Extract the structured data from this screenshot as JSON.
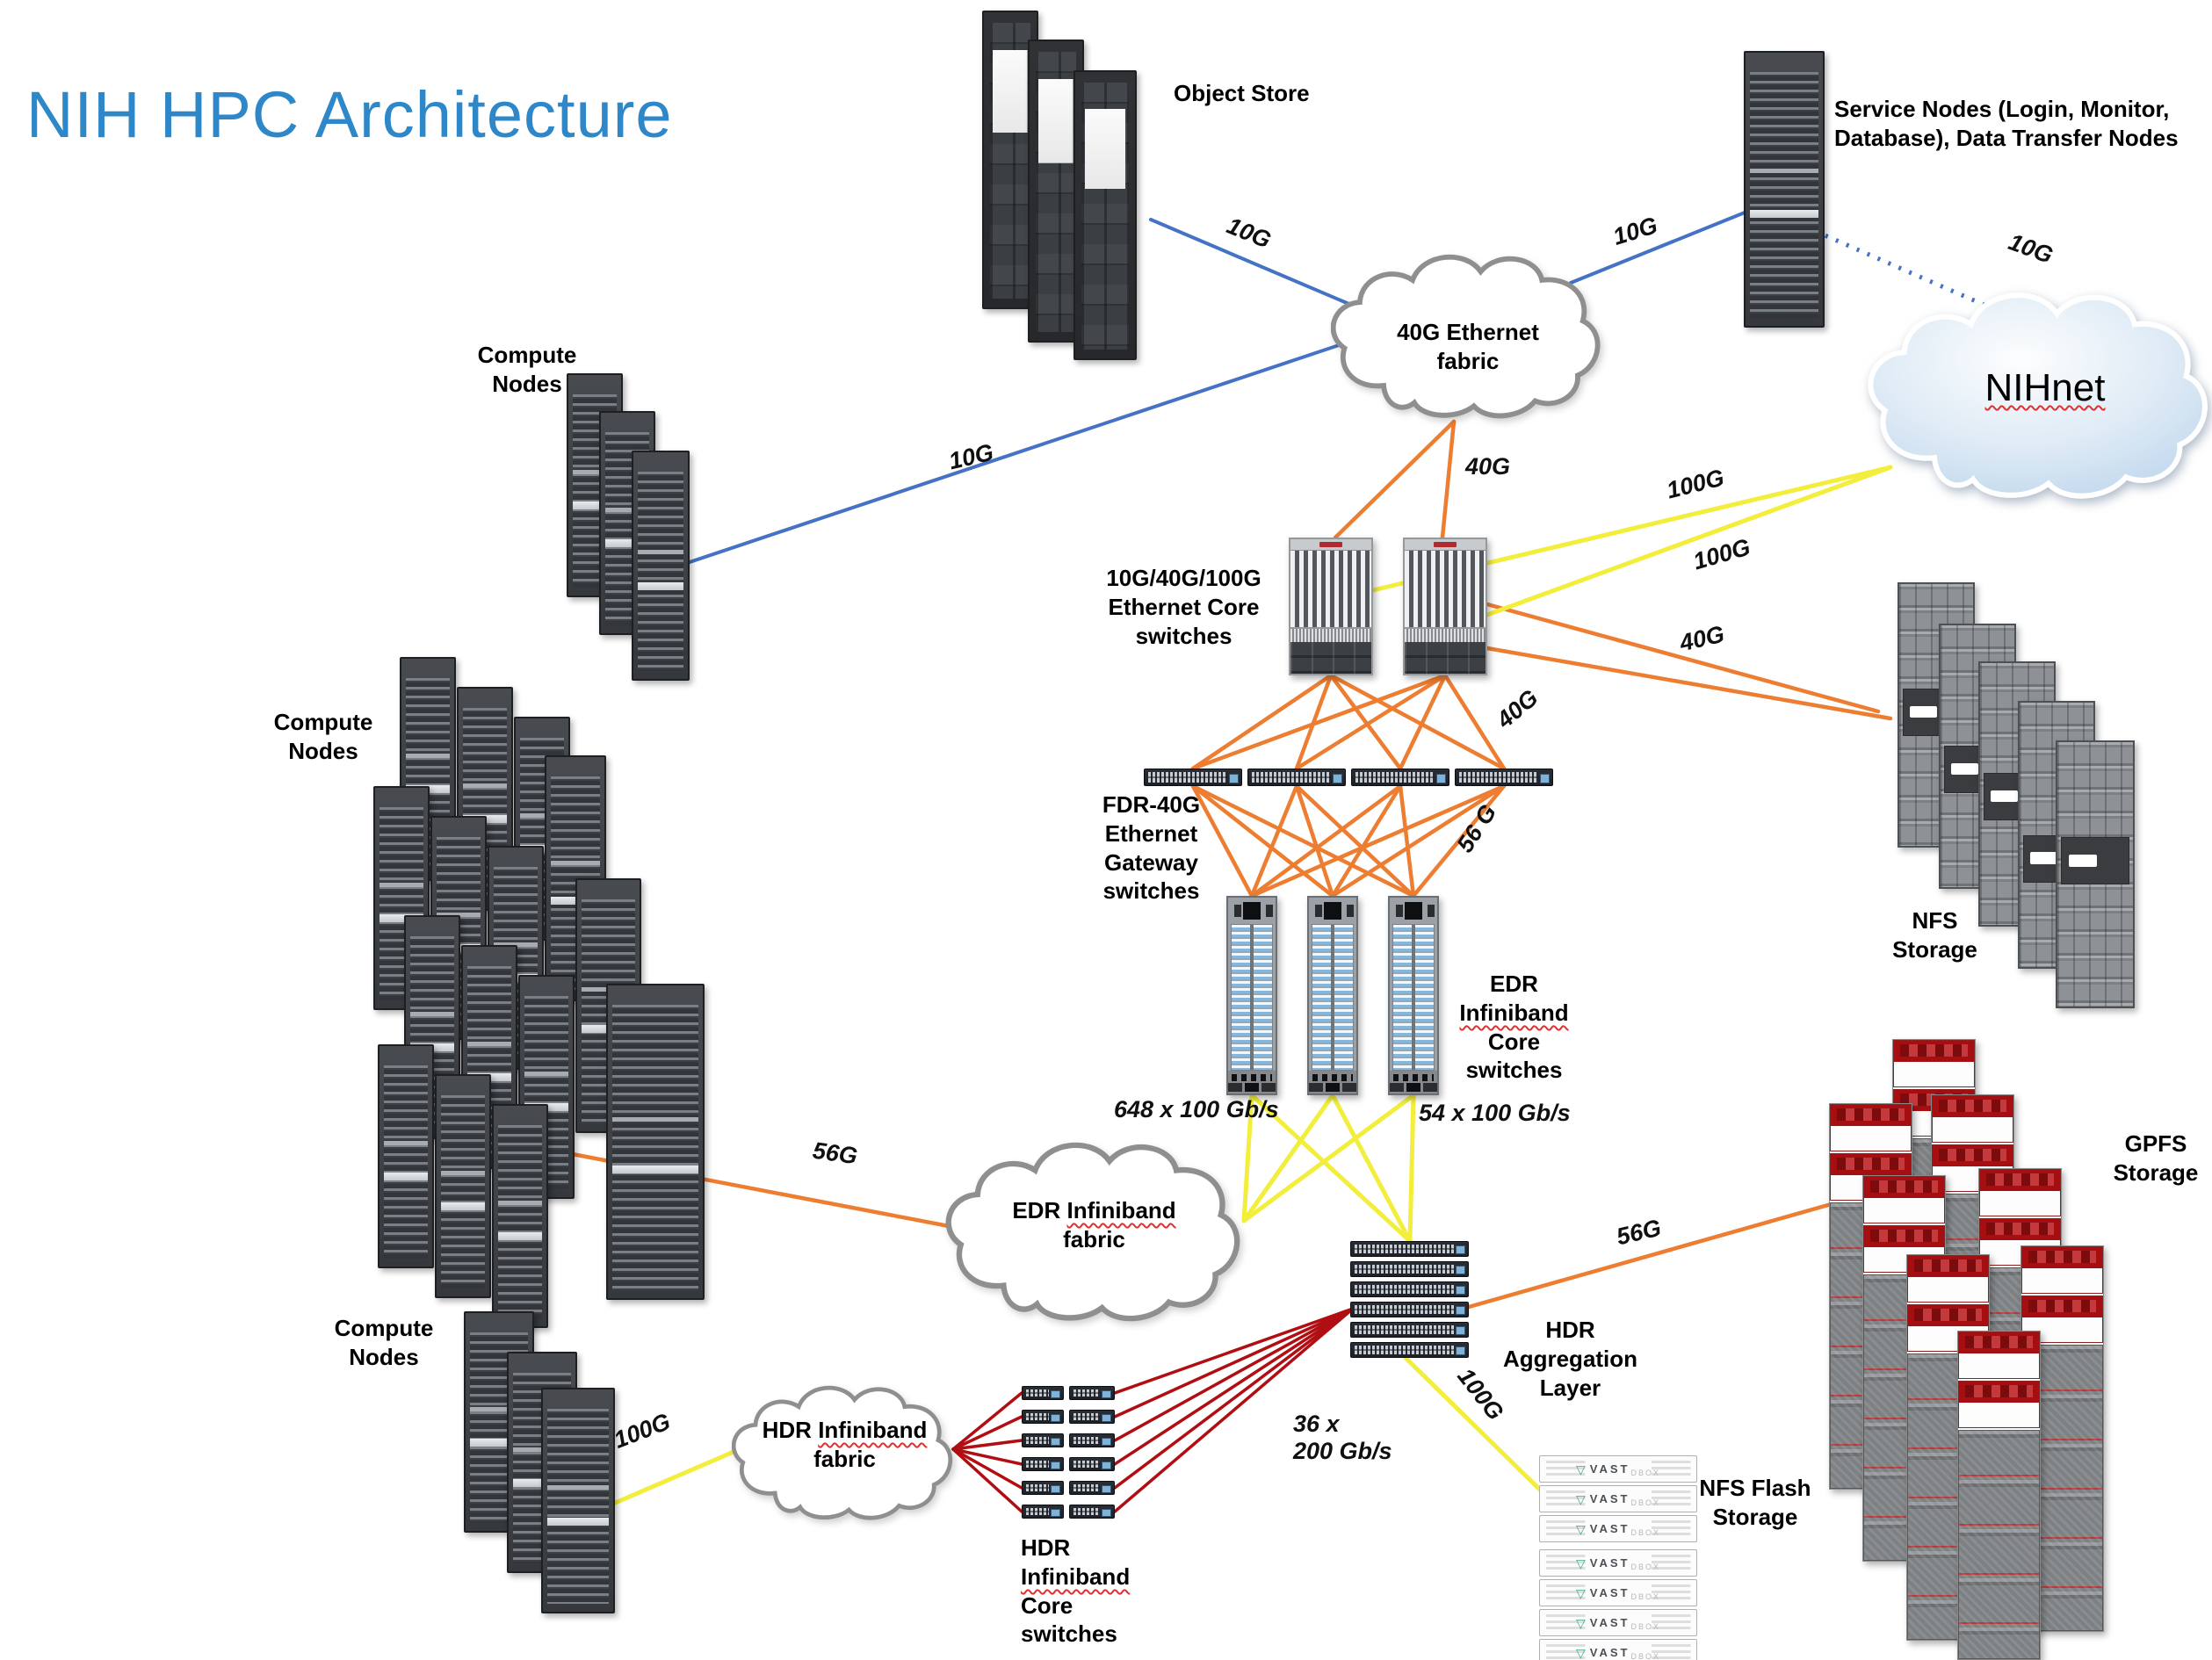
{
  "title": "NIH HPC Architecture",
  "clouds": {
    "ethernet_fabric": {
      "line1": "40G Ethernet",
      "line2": "fabric"
    },
    "nihnet": {
      "label": "NIHnet"
    },
    "edr_fabric": {
      "word1": "EDR",
      "word2": "Infiniband",
      "line2": "fabric"
    },
    "hdr_fabric": {
      "word1": "HDR",
      "word2": "Infiniband",
      "line2": "fabric"
    }
  },
  "groups": {
    "compute_nodes": {
      "line1": "Compute",
      "line2": "Nodes"
    },
    "object_store": {
      "label": "Object Store"
    },
    "service_nodes": {
      "line1": "Service Nodes (Login, Monitor,",
      "line2": "Database), Data Transfer Nodes"
    },
    "eth_core": {
      "line1": "10G/40G/100G",
      "line2": "Ethernet Core",
      "line3": "switches"
    },
    "fdr_gateway": {
      "line1": "FDR-40G",
      "line2": "Ethernet",
      "line3": "Gateway",
      "line4": "switches"
    },
    "edr_core": {
      "word1": "EDR",
      "word2": "Infiniband",
      "line2": "Core switches"
    },
    "hdr_core": {
      "word1": "HDR",
      "word2": "Infiniband",
      "line2": "Core switches"
    },
    "hdr_agg": {
      "line1": "HDR Aggregation",
      "line2": "Layer"
    },
    "nfs_storage": {
      "line1": "NFS",
      "line2": "Storage"
    },
    "gpfs_storage": {
      "line1": "GPFS",
      "line2": "Storage"
    },
    "nfs_flash": {
      "line1": "NFS Flash",
      "line2": "Storage"
    }
  },
  "links": {
    "obj_10g": "10G",
    "comp_10g": "10G",
    "svc_10g": "10G",
    "nih_10g": "10G",
    "fabric_40g": "40G",
    "nih_100g_a": "100G",
    "nih_100g_b": "100G",
    "core_nfs_40g": "40G",
    "core_gw_40g": "40G",
    "gw_edr_56g": "56 G",
    "edr_648": "648 x 100 Gb/s",
    "edr_54": "54 x 100 Gb/s",
    "comp_56g": "56G",
    "agg_gpfs_56g": "56G",
    "comp_100g": "100G",
    "agg_vast_100g": "100G",
    "hdr_36x_line1": "36 x",
    "hdr_36x_line2": "200 Gb/s"
  },
  "vast": {
    "brand": "VAST",
    "model": "DBOX"
  },
  "colors": {
    "title_blue": "#2e87c8",
    "link_blue_10g": "#4472C4",
    "link_orange": "#ED7D31",
    "link_yellow": "#F2EE3B",
    "link_dark_red": "#B00E12",
    "cloud_outline": "#8f8f8f",
    "nihnet_fill": "#bdd7ee",
    "squiggle_red": "#e03131"
  }
}
